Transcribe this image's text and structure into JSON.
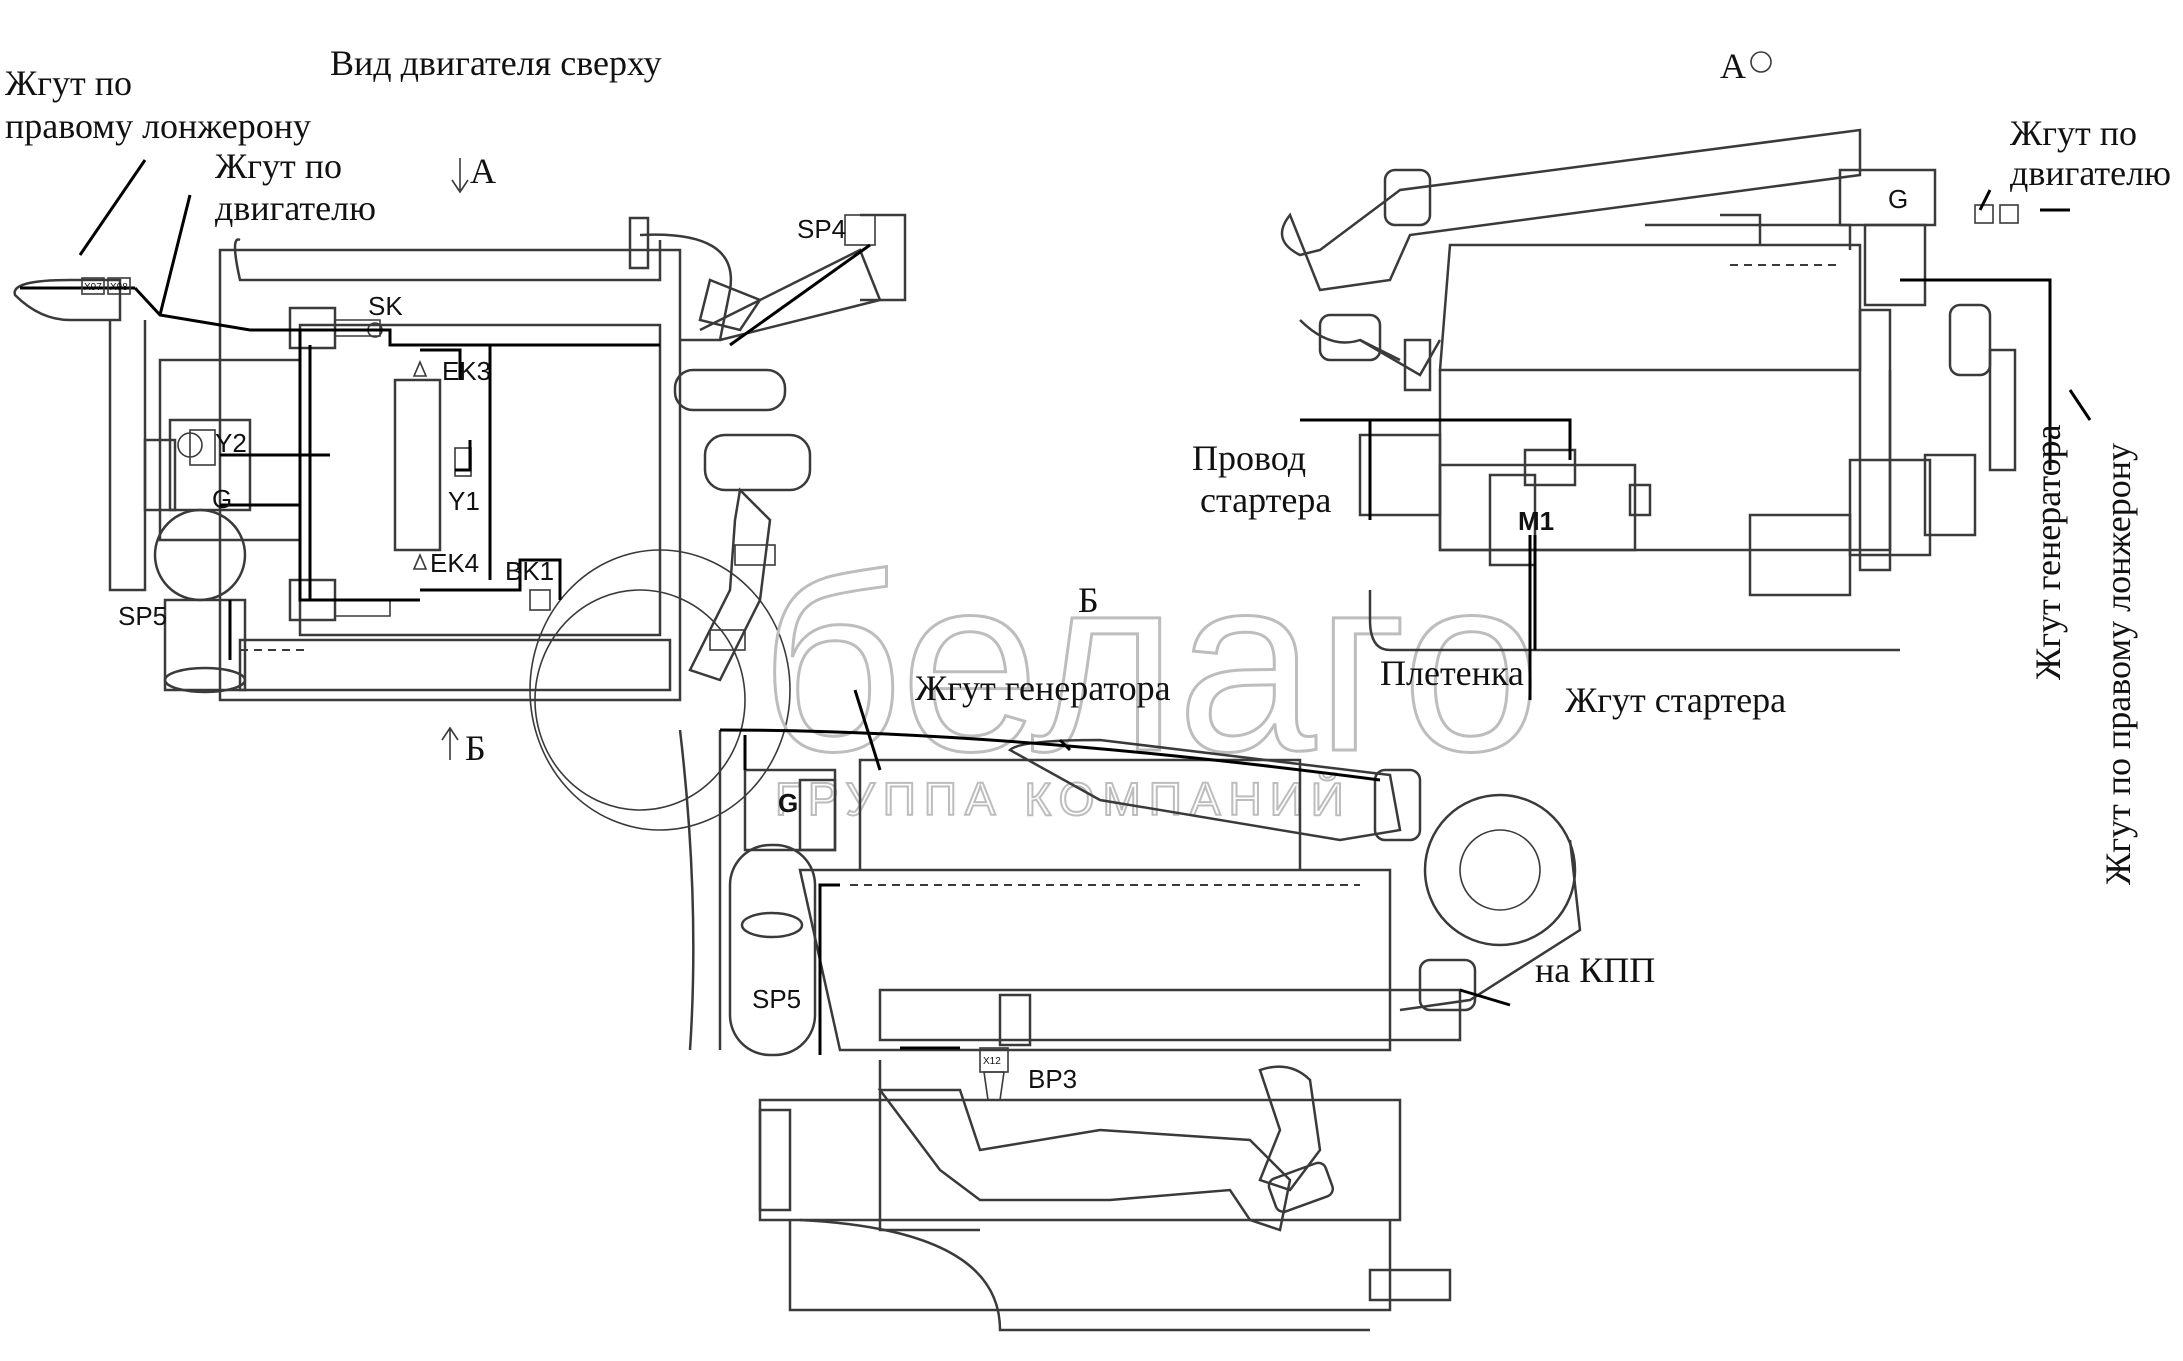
{
  "labels": {
    "top_view_title": "Вид двигателя сверху",
    "harness_right_spar_1": "Жгут по",
    "harness_right_spar_2": "правому лонжерону",
    "harness_engine_1": "Жгут по",
    "harness_engine_2": "двигателю",
    "arrow_a": "А",
    "arrow_b": "Б",
    "sp4": "SP4",
    "sk": "SK",
    "ek3": "EK3",
    "y2": "Y2",
    "g_top": "G",
    "y1": "Y1",
    "ek4": "EK4",
    "bk1": "BK1",
    "sp5_top": "SP5",
    "x97": "X97",
    "x98": "X98",
    "view_a": "А",
    "harness_engine_right_1": "Жгут по",
    "harness_engine_right_2": "двигателю",
    "g_right": "G",
    "starter_wire_1": "Провод",
    "starter_wire_2": "стартера",
    "m1": "M1",
    "braid": "Плетенка",
    "harness_starter": "Жгут стартера",
    "harness_generator_vertical": "Жгут генератора",
    "harness_right_spar_vertical": "Жгут по правому лонжерону",
    "view_b": "Б",
    "harness_generator": "Жгут генератора",
    "g_front": "G",
    "sp5_front": "SP5",
    "bp3": "BP3",
    "x12": "X12",
    "to_gearbox": "на КПП"
  },
  "watermark": {
    "brand": "белаго",
    "subtitle": "ГРУППА КОМПАНИЙ"
  }
}
